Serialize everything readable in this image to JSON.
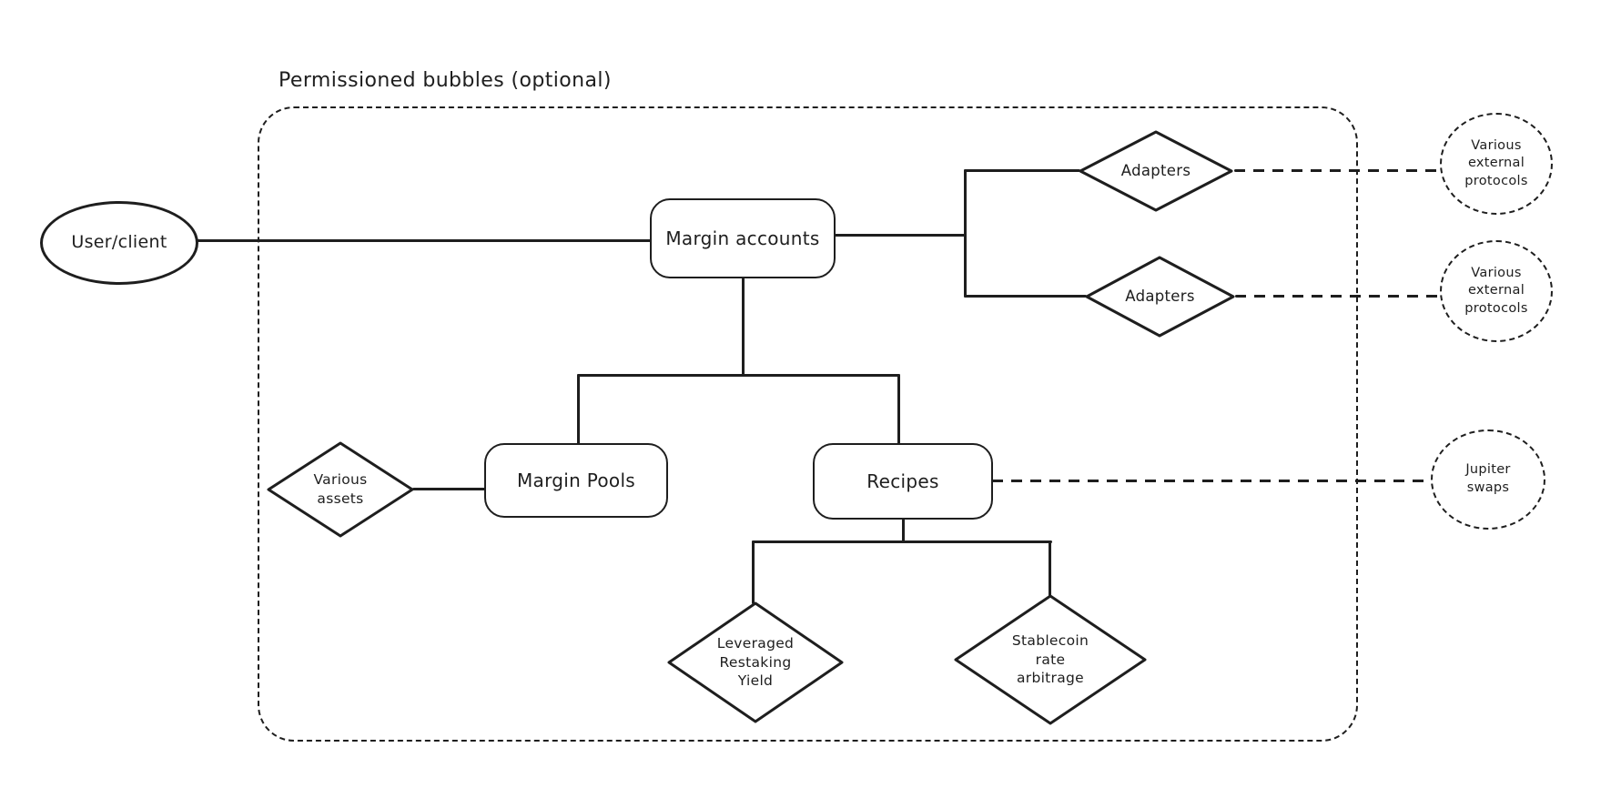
{
  "diagram": {
    "group": {
      "label": "Permissioned bubbles (optional)"
    },
    "colors": {
      "stroke": "#1e1e1e",
      "background": "#ffffff"
    },
    "nodes": {
      "user_client": {
        "label": "User/client",
        "shape": "ellipse"
      },
      "margin_accounts": {
        "label": "Margin accounts",
        "shape": "rounded-rectangle"
      },
      "adapters_top": {
        "label": "Adapters",
        "shape": "diamond"
      },
      "adapters_bottom": {
        "label": "Adapters",
        "shape": "diamond"
      },
      "protocols_top": {
        "label": "Various external protocols",
        "shape": "dashed-circle"
      },
      "protocols_bottom": {
        "label": "Various external protocols",
        "shape": "dashed-circle"
      },
      "margin_pools": {
        "label": "Margin Pools",
        "shape": "rounded-rectangle"
      },
      "various_assets": {
        "label": "Various assets",
        "shape": "diamond"
      },
      "recipes": {
        "label": "Recipes",
        "shape": "rounded-rectangle"
      },
      "jupiter_swaps": {
        "label": "Jupiter swaps",
        "shape": "dashed-circle"
      },
      "leveraged_restaking_yield": {
        "label": "Leveraged Restaking Yield",
        "shape": "diamond"
      },
      "stablecoin_rate_arbitrage": {
        "label": "Stablecoin rate arbitrage",
        "shape": "diamond"
      }
    },
    "edges": [
      {
        "from": "user_client",
        "to": "margin_accounts",
        "style": "solid"
      },
      {
        "from": "margin_accounts",
        "to": "adapters_top",
        "style": "solid"
      },
      {
        "from": "margin_accounts",
        "to": "adapters_bottom",
        "style": "solid"
      },
      {
        "from": "adapters_top",
        "to": "protocols_top",
        "style": "dashed"
      },
      {
        "from": "adapters_bottom",
        "to": "protocols_bottom",
        "style": "dashed"
      },
      {
        "from": "margin_accounts",
        "to": "margin_pools",
        "style": "solid"
      },
      {
        "from": "margin_accounts",
        "to": "recipes",
        "style": "solid"
      },
      {
        "from": "various_assets",
        "to": "margin_pools",
        "style": "solid"
      },
      {
        "from": "recipes",
        "to": "jupiter_swaps",
        "style": "dashed"
      },
      {
        "from": "recipes",
        "to": "leveraged_restaking_yield",
        "style": "solid"
      },
      {
        "from": "recipes",
        "to": "stablecoin_rate_arbitrage",
        "style": "solid"
      }
    ]
  }
}
